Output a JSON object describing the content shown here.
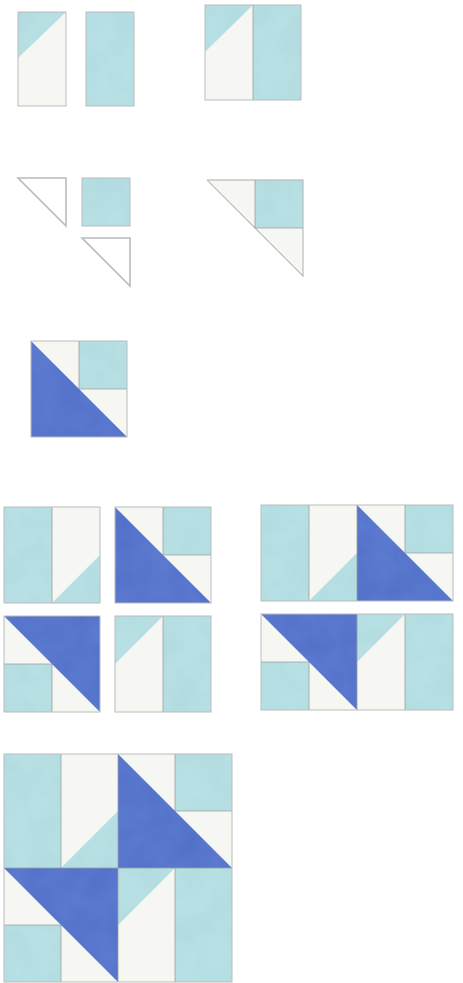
{
  "colors": {
    "background": "#ffffff",
    "light_blue": "#b8e0e4",
    "light_blue_texture": "#a9d6dc",
    "cream": "#f6f7f3",
    "dark_blue": "#5b79cf",
    "dark_blue_texture": "#4a68c0",
    "outline": "#b9bcbc",
    "seam": "#9a9e9e"
  },
  "diagram": {
    "title": "",
    "subtitle": "",
    "steps": [
      {
        "name": "step-1-rectangle-units",
        "description": ""
      },
      {
        "name": "step-2-corner-triangles",
        "description": ""
      },
      {
        "name": "step-3-dark-triangle-unit",
        "description": ""
      },
      {
        "name": "step-4-four-units-and-pairs",
        "description": ""
      },
      {
        "name": "step-5-finished-block",
        "description": ""
      }
    ]
  }
}
